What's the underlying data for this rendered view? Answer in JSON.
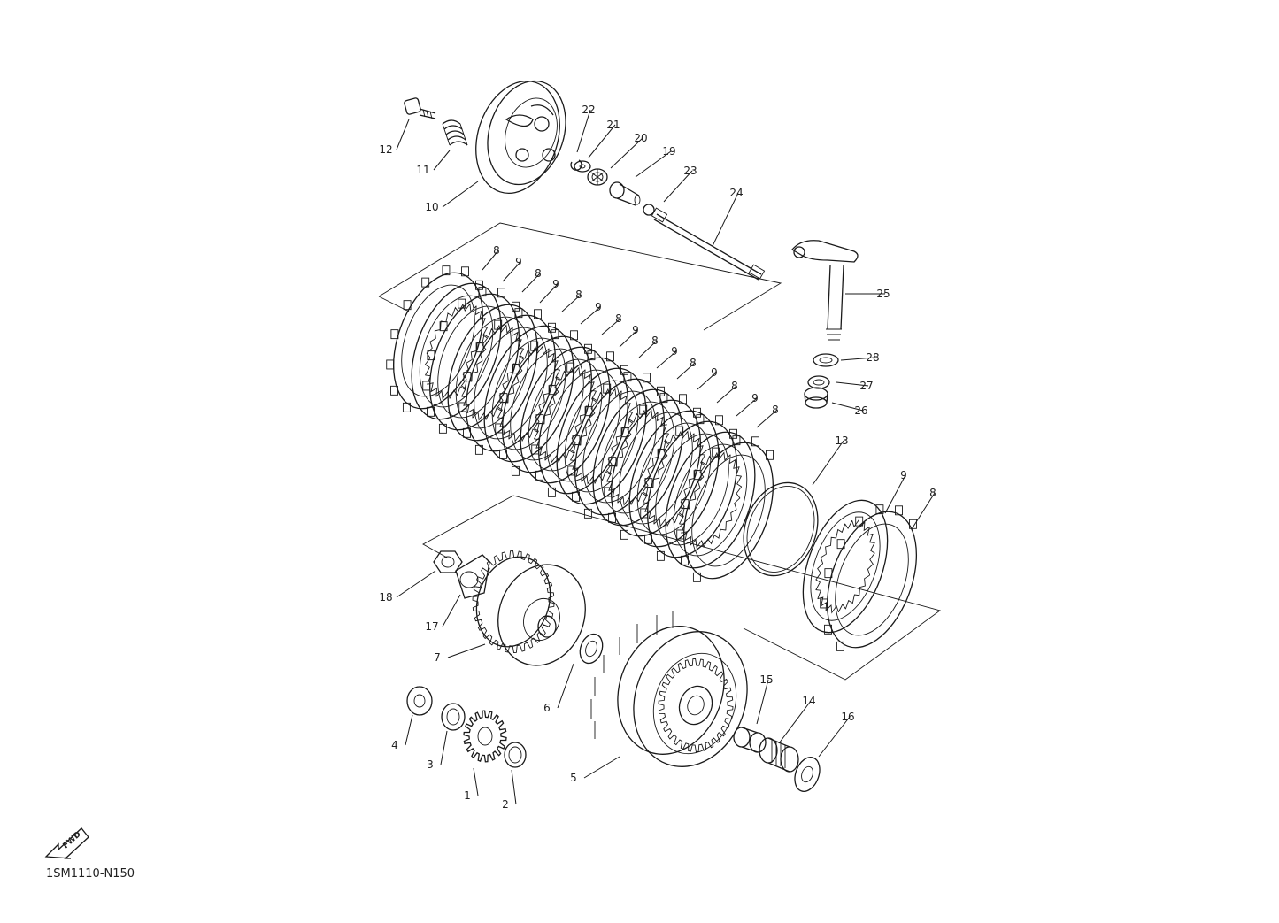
{
  "diagram": {
    "reference_code": "1SM1110-N150",
    "fwd_label": "FWD",
    "callouts": [
      {
        "id": "c1",
        "text": "1"
      },
      {
        "id": "c2",
        "text": "2"
      },
      {
        "id": "c3",
        "text": "3"
      },
      {
        "id": "c4",
        "text": "4"
      },
      {
        "id": "c5",
        "text": "5"
      },
      {
        "id": "c6",
        "text": "6"
      },
      {
        "id": "c7",
        "text": "7"
      },
      {
        "id": "c8a",
        "text": "8"
      },
      {
        "id": "c8b",
        "text": "8"
      },
      {
        "id": "c8c",
        "text": "8"
      },
      {
        "id": "c8d",
        "text": "8"
      },
      {
        "id": "c8e",
        "text": "8"
      },
      {
        "id": "c8f",
        "text": "8"
      },
      {
        "id": "c8g",
        "text": "8"
      },
      {
        "id": "c8h",
        "text": "8"
      },
      {
        "id": "c8i",
        "text": "8"
      },
      {
        "id": "c9a",
        "text": "9"
      },
      {
        "id": "c9b",
        "text": "9"
      },
      {
        "id": "c9c",
        "text": "9"
      },
      {
        "id": "c9d",
        "text": "9"
      },
      {
        "id": "c9e",
        "text": "9"
      },
      {
        "id": "c9f",
        "text": "9"
      },
      {
        "id": "c9g",
        "text": "9"
      },
      {
        "id": "c9h",
        "text": "9"
      },
      {
        "id": "c10",
        "text": "10"
      },
      {
        "id": "c11",
        "text": "11"
      },
      {
        "id": "c12",
        "text": "12"
      },
      {
        "id": "c13",
        "text": "13"
      },
      {
        "id": "c14",
        "text": "14"
      },
      {
        "id": "c15",
        "text": "15"
      },
      {
        "id": "c16",
        "text": "16"
      },
      {
        "id": "c17",
        "text": "17"
      },
      {
        "id": "c18",
        "text": "18"
      },
      {
        "id": "c19",
        "text": "19"
      },
      {
        "id": "c20",
        "text": "20"
      },
      {
        "id": "c21",
        "text": "21"
      },
      {
        "id": "c22",
        "text": "22"
      },
      {
        "id": "c23",
        "text": "23"
      },
      {
        "id": "c24",
        "text": "24"
      },
      {
        "id": "c25",
        "text": "25"
      },
      {
        "id": "c26",
        "text": "26"
      },
      {
        "id": "c27",
        "text": "27"
      },
      {
        "id": "c28",
        "text": "28"
      }
    ]
  }
}
